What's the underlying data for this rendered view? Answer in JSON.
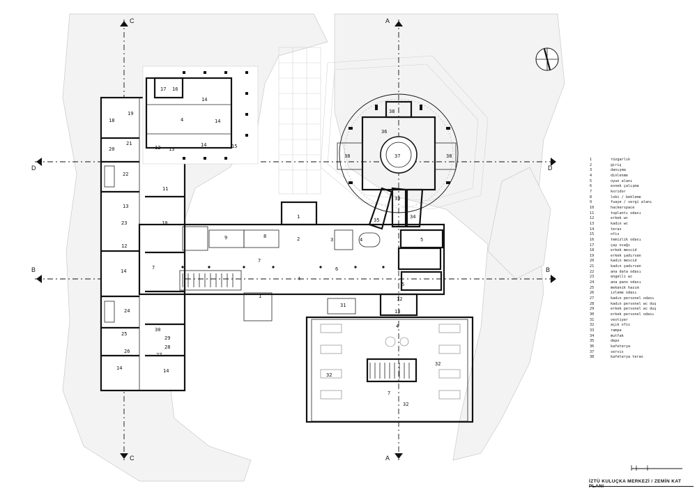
{
  "title": "İZTÜ KULUÇKA MERKEZİ / ZEMİN KAT PLANI",
  "scale": {
    "ticks": [
      "0",
      "1",
      "5"
    ]
  },
  "section_marks": {
    "A": "A",
    "B": "B",
    "C": "C",
    "D": "D"
  },
  "legend": [
    {
      "n": "1",
      "t": "rüzgarlık"
    },
    {
      "n": "2",
      "t": "giriş"
    },
    {
      "n": "3",
      "t": "danışma"
    },
    {
      "n": "4",
      "t": "dinlenme"
    },
    {
      "n": "5",
      "t": "oyun alanı"
    },
    {
      "n": "6",
      "t": "esnek çalışma"
    },
    {
      "n": "7",
      "t": "koridor"
    },
    {
      "n": "8",
      "t": "lobi / bekleme"
    },
    {
      "n": "9",
      "t": "fuaye / sergi alanı"
    },
    {
      "n": "10",
      "t": "hackerspace"
    },
    {
      "n": "11",
      "t": "toplantı odası"
    },
    {
      "n": "12",
      "t": "erkek wc"
    },
    {
      "n": "13",
      "t": "kadın wc"
    },
    {
      "n": "14",
      "t": "teras"
    },
    {
      "n": "15",
      "t": "ofis"
    },
    {
      "n": "16",
      "t": "temizlik odası"
    },
    {
      "n": "17",
      "t": "çay ocağı"
    },
    {
      "n": "18",
      "t": "erkek mescid"
    },
    {
      "n": "19",
      "t": "erkek şadırvan"
    },
    {
      "n": "20",
      "t": "kadın mescid"
    },
    {
      "n": "21",
      "t": "kadın şadırvan"
    },
    {
      "n": "22",
      "t": "ana data odası"
    },
    {
      "n": "23",
      "t": "engelli wc"
    },
    {
      "n": "24",
      "t": "ana pano odası"
    },
    {
      "n": "25",
      "t": "mekanik hazım"
    },
    {
      "n": "26",
      "t": "izleme odası"
    },
    {
      "n": "27",
      "t": "kadın personel odası"
    },
    {
      "n": "28",
      "t": "kadın personel wc duş"
    },
    {
      "n": "29",
      "t": "erkek personel wc duş"
    },
    {
      "n": "30",
      "t": "erkek personel odası"
    },
    {
      "n": "31",
      "t": "vestiyer"
    },
    {
      "n": "32",
      "t": "açık ofis"
    },
    {
      "n": "33",
      "t": "rampa"
    },
    {
      "n": "34",
      "t": "mutfak"
    },
    {
      "n": "35",
      "t": "depo"
    },
    {
      "n": "36",
      "t": "kafeterya"
    },
    {
      "n": "37",
      "t": "servis"
    },
    {
      "n": "38",
      "t": "kafeterya teras"
    }
  ],
  "room_labels": {
    "r17": "17",
    "r16": "16",
    "r14a": "14",
    "r4a": "4",
    "r14b": "14",
    "r14c": "14",
    "r15": "15",
    "r18": "18",
    "r19": "19",
    "r20": "20",
    "r21": "21",
    "r12a": "12",
    "r13a": "13",
    "r22": "22",
    "r11": "11",
    "r10": "10",
    "r13b": "13",
    "r23": "23",
    "r12b": "12",
    "r14d": "14",
    "r7a": "7",
    "r24": "24",
    "r25": "25",
    "r26": "26",
    "r14e": "14",
    "r14f": "14",
    "r30": "30",
    "r29": "29",
    "r28": "28",
    "r27": "27",
    "r1a": "1",
    "r2": "2",
    "r3": "3",
    "r4b": "4",
    "r9": "9",
    "r8": "8",
    "r7b": "7",
    "r4c": "4",
    "r6": "6",
    "r1b": "1",
    "r5a": "5",
    "r5b": "5",
    "r31": "31",
    "r12c": "12",
    "r13c": "13",
    "r4d": "4",
    "r32a": "32",
    "r32b": "32",
    "r32c": "32",
    "r7c": "7",
    "r35": "35",
    "r33": "33",
    "r34": "34",
    "r36": "36",
    "r37": "37",
    "r38a": "38",
    "r38b": "38",
    "r38c": "38"
  }
}
